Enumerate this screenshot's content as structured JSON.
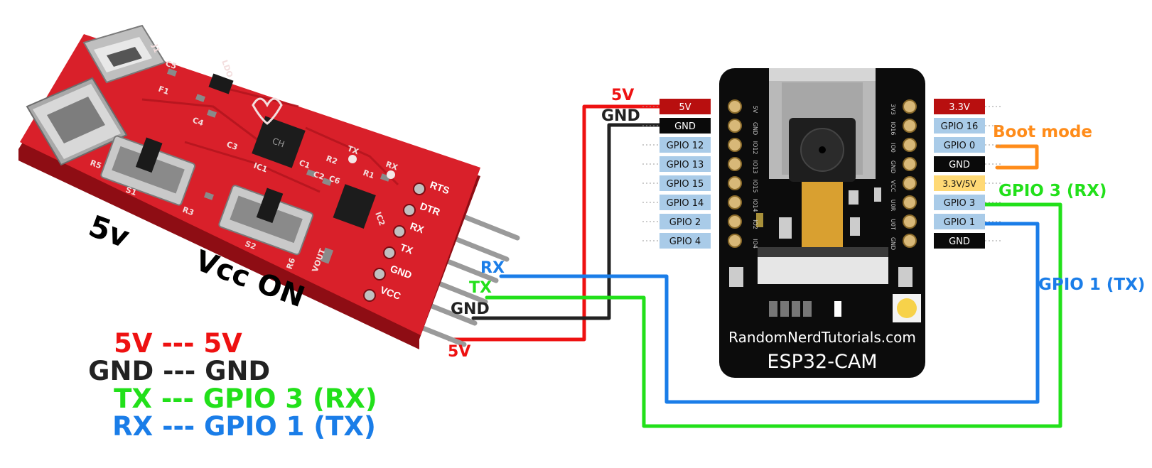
{
  "colors": {
    "red": "#ee1111",
    "black": "#222222",
    "green": "#22e01a",
    "blue": "#1a7de8",
    "orange": "#ff8c1a",
    "pin_blue": "#a9cbe8",
    "pin_red": "#b80f0f",
    "pin_black": "#0a0a0a",
    "pin_yellow": "#ffd975",
    "board_red": "#d9202a"
  },
  "adapter": {
    "silk": {
      "c5": "C5",
      "ldo": "LDO",
      "f1": "F1",
      "c4": "C4",
      "c3": "C3",
      "ic1": "IC1",
      "r5": "R5",
      "s1": "S1",
      "r3": "R3",
      "s2": "S2",
      "r2": "R2",
      "tx": "TX",
      "rx": "RX",
      "c1": "C1",
      "c2": "C2",
      "c6": "C6",
      "r1": "R1",
      "ic2": "IC2",
      "r6": "R6",
      "vout": "VOUT",
      "j1": "J1"
    },
    "pins": [
      "RTS",
      "DTR",
      "RX",
      "TX",
      "GND",
      "VCC"
    ],
    "switch_5v_label": "5v",
    "switch_vcc_label": "Vcc ON"
  },
  "wires": {
    "adapter_side": {
      "rx": "RX",
      "tx": "TX",
      "gnd": "GND",
      "v5": "5V"
    },
    "cam_side": {
      "v5": "5V",
      "gnd": "GND"
    },
    "right_side": {
      "rx": "GPIO 3 (RX)",
      "tx": "GPIO 1 (TX)"
    },
    "boot_mode": "Boot mode"
  },
  "esp32cam": {
    "website": "RandomNerdTutorials.com",
    "name": "ESP32-CAM",
    "left_pins": [
      "5V",
      "GND",
      "GPIO 12",
      "GPIO 13",
      "GPIO 15",
      "GPIO 14",
      "GPIO 2",
      "GPIO 4"
    ],
    "right_pins": [
      "3.3V",
      "GPIO 16",
      "GPIO 0",
      "GND",
      "3.3V/5V",
      "GPIO 3",
      "GPIO 1",
      "GND"
    ],
    "silk_left": [
      "5V",
      "GND",
      "IO12",
      "IO13",
      "IO15",
      "IO14",
      "IO2",
      "IO4"
    ],
    "silk_right": [
      "3V3",
      "IO16",
      "IO0",
      "GND",
      "VCC",
      "U0R",
      "U0T",
      "GND"
    ]
  },
  "legend": [
    {
      "left": "5V",
      "sep": " --- ",
      "right": "5V",
      "color": "#ee1111"
    },
    {
      "left": "GND",
      "sep": " --- ",
      "right": "GND",
      "color": "#222222"
    },
    {
      "left": "TX",
      "sep": " --- ",
      "right": "GPIO 3 (RX)",
      "color": "#22e01a"
    },
    {
      "left": "RX",
      "sep": " --- ",
      "right": "GPIO 1 (TX)",
      "color": "#1a7de8"
    }
  ]
}
